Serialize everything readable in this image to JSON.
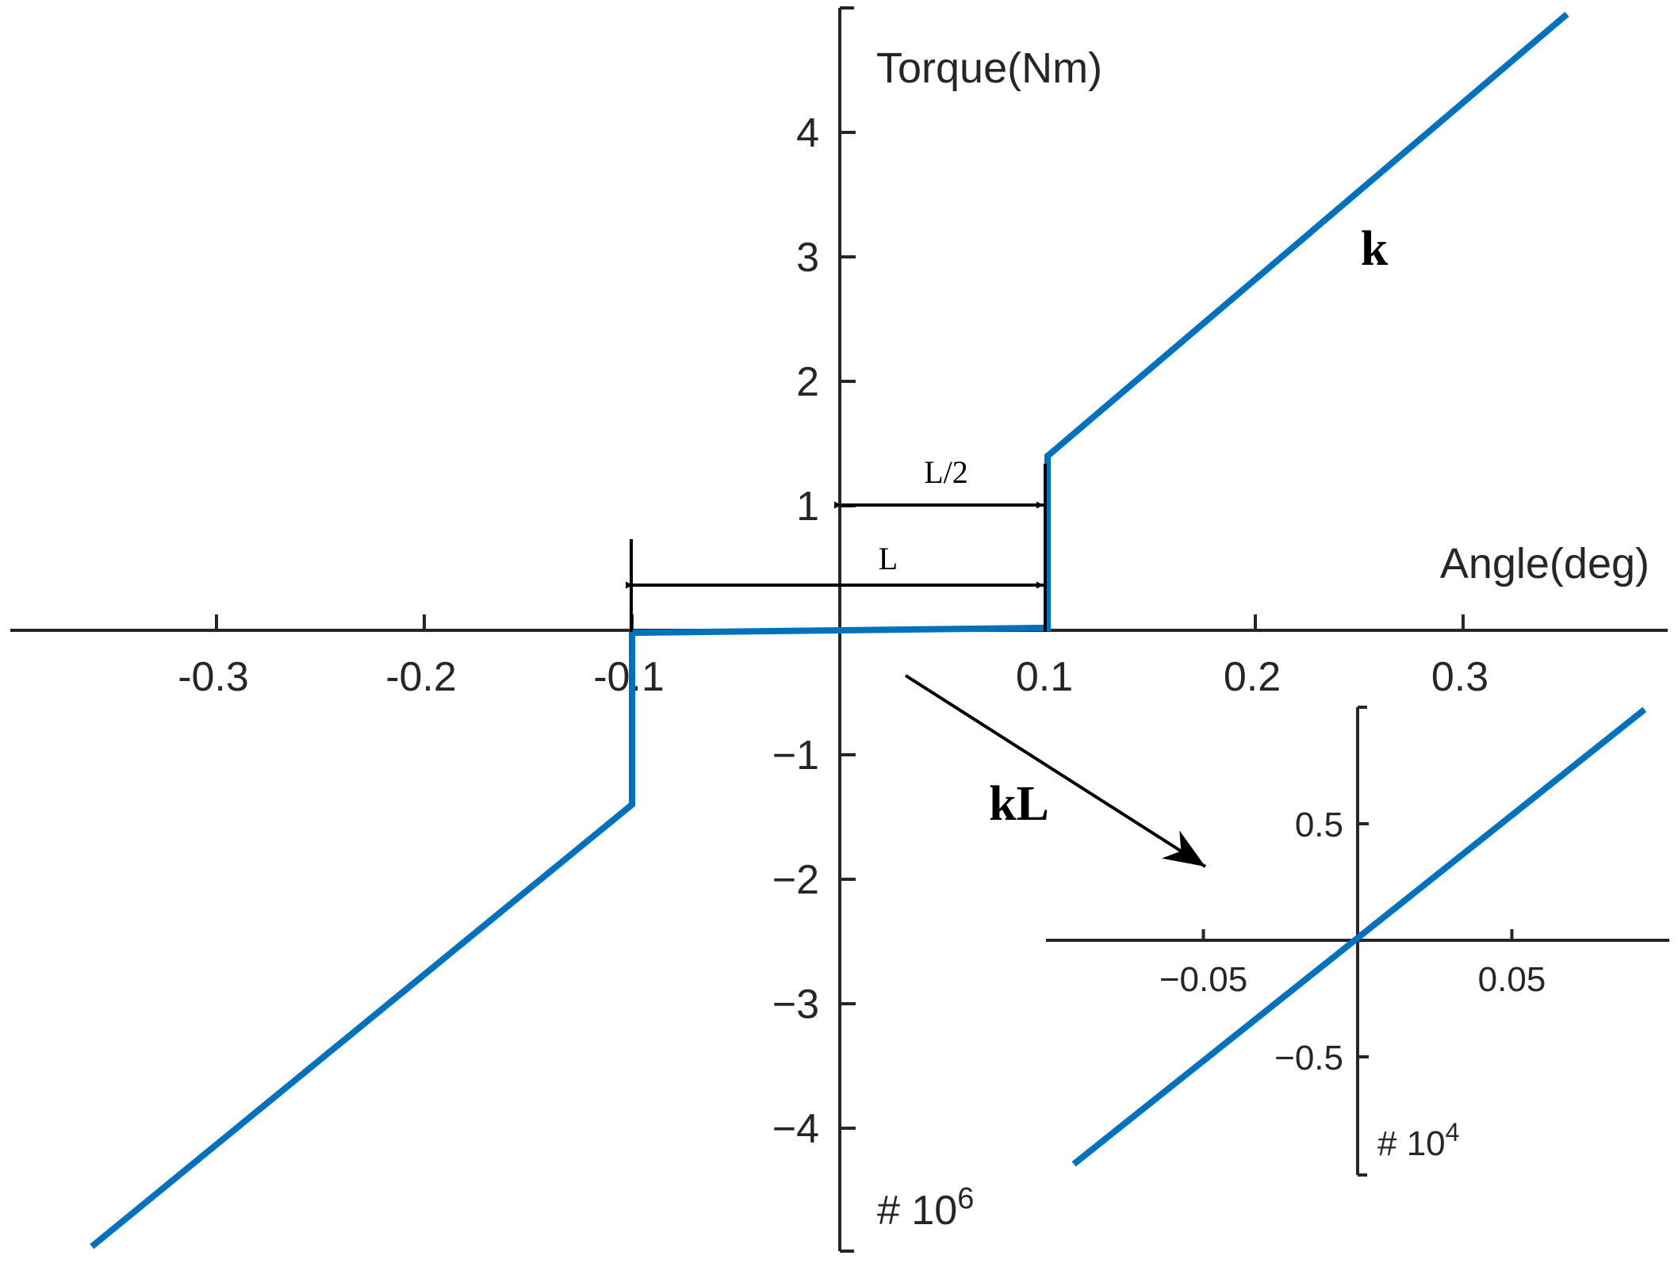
{
  "chart_data": [
    {
      "type": "line",
      "xlabel": "Angle(deg)",
      "ylabel": "Torque(Nm)",
      "y_multiplier": "# 10",
      "y_multiplier_exp": "6",
      "xlim": [
        -0.4,
        0.4
      ],
      "ylim": [
        -5,
        5
      ],
      "xticks": [
        -0.3,
        -0.2,
        -0.1,
        0.1,
        0.2,
        0.3
      ],
      "xtick_labels": [
        "-0.3",
        "-0.2",
        "-0.1",
        "0.1",
        "0.2",
        "0.3"
      ],
      "yticks": [
        -4,
        -3,
        -2,
        -1,
        1,
        2,
        3,
        4
      ],
      "ytick_labels": [
        "−4",
        "−3",
        "−2",
        "−1",
        "1",
        "2",
        "3",
        "4"
      ],
      "grid": false,
      "series": [
        {
          "color": "#0072BD",
          "x": [
            -0.36,
            -0.1,
            -0.1,
            0.1,
            0.1,
            0.35
          ],
          "y": [
            -4.95,
            -1.4,
            -0.02,
            0.02,
            1.4,
            4.95
          ]
        }
      ],
      "annotations": {
        "k": "k",
        "kL": "kL",
        "half_gap": "L/2",
        "gap": "L"
      }
    },
    {
      "type": "line",
      "inset": true,
      "y_multiplier": "# 10",
      "y_multiplier_exp": "4",
      "xlim": [
        -0.1,
        0.1
      ],
      "ylim": [
        -1,
        1
      ],
      "xticks": [
        -0.05,
        0.05
      ],
      "xtick_labels": [
        "−0.05",
        "0.05"
      ],
      "yticks": [
        -0.5,
        0.5
      ],
      "ytick_labels": [
        "−0.5",
        "0.5"
      ],
      "grid": false,
      "series": [
        {
          "color": "#0072BD",
          "x": [
            -0.092,
            0.093
          ],
          "y": [
            -0.96,
            0.99
          ]
        }
      ]
    }
  ]
}
